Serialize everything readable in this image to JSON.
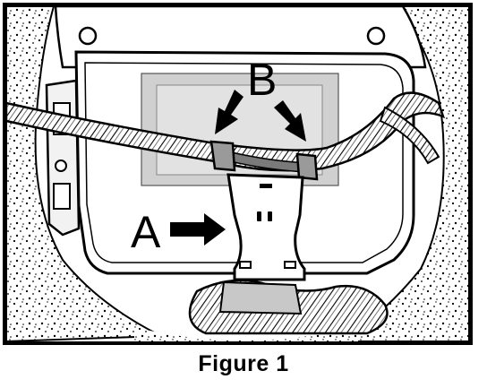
{
  "figure": {
    "caption": "Figure 1",
    "callouts": {
      "a": "A",
      "b": "B"
    }
  },
  "colors": {
    "ink": "#000000",
    "paper": "#ffffff",
    "shade": "#b8b8b8"
  }
}
